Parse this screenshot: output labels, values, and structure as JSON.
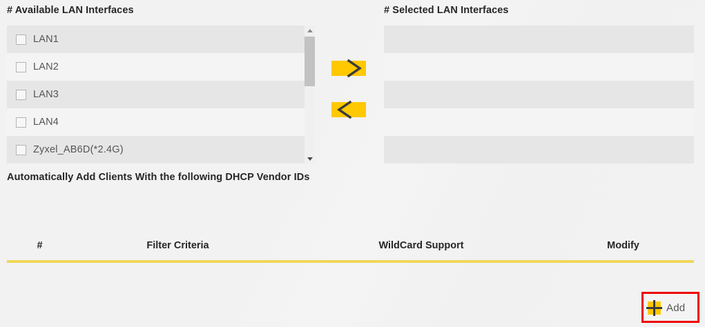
{
  "available_panel": {
    "title": "# Available LAN Interfaces",
    "items": [
      {
        "label": "LAN1",
        "checked": false
      },
      {
        "label": "LAN2",
        "checked": false
      },
      {
        "label": "LAN3",
        "checked": false
      },
      {
        "label": "LAN4",
        "checked": false
      },
      {
        "label": "Zyxel_AB6D(*2.4G)",
        "checked": false
      }
    ],
    "scrollbar": {
      "visible": true,
      "position": "top"
    }
  },
  "selected_panel": {
    "title": "# Selected LAN Interfaces",
    "items": []
  },
  "transfer_controls": {
    "move_right_label": "›",
    "move_left_label": "‹"
  },
  "dhcp_section": {
    "caption": "Automatically Add Clients With the following DHCP Vendor IDs",
    "table": {
      "columns": [
        "#",
        "Filter Criteria",
        "WildCard Support",
        "Modify"
      ],
      "rows": []
    },
    "add_button": {
      "label": "Add",
      "icon": "plus-icon",
      "highlighted": true
    }
  },
  "colors": {
    "accent_yellow": "#ffc800",
    "rule_yellow": "#f0d75a",
    "highlight_red": "#ee0000",
    "page_background": "#f2f2f2",
    "row_alt": "#e6e6e6",
    "row_base": "#f4f4f4"
  }
}
